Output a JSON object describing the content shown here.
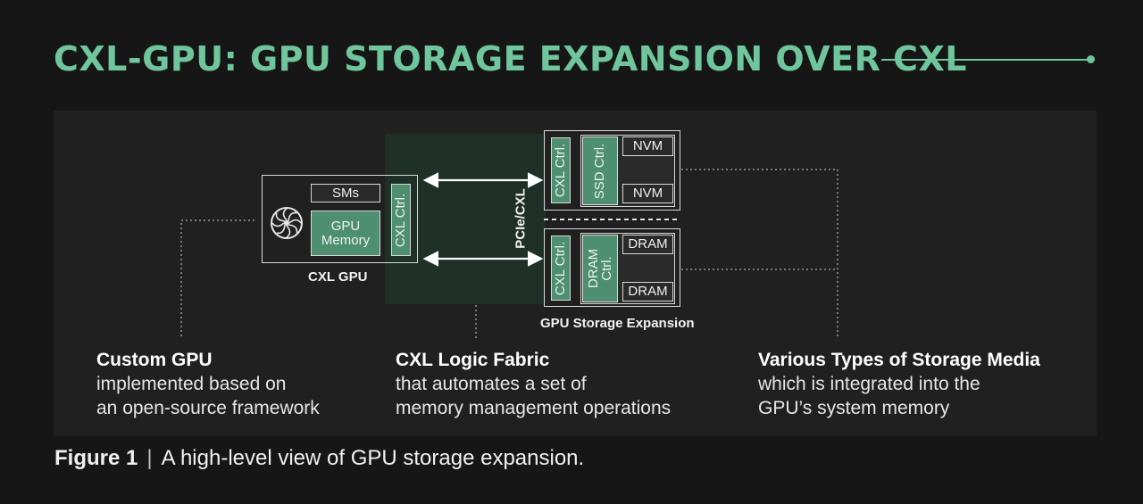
{
  "title": "CXL-GPU: GPU STORAGE EXPANSION OVER CXL",
  "diagram": {
    "gpu": {
      "sms": "SMs",
      "memory_line1": "GPU",
      "memory_line2": "Memory",
      "cxl_ctrl": "CXL Ctrl.",
      "label": "CXL GPU"
    },
    "link_label": "PCIe/CXL",
    "nvm_unit": {
      "cxl_ctrl": "CXL Ctrl.",
      "ssd_ctrl": "SSD Ctrl.",
      "nvm_top": "NVM",
      "nvm_bottom": "NVM"
    },
    "dram_unit": {
      "cxl_ctrl": "CXL Ctrl.",
      "dram_ctrl_line1": "DRAM",
      "dram_ctrl_line2": "Ctrl.",
      "dram_top": "DRAM",
      "dram_bottom": "DRAM"
    },
    "expansion_label": "GPU Storage Expansion"
  },
  "captions": {
    "gpu": {
      "head": "Custom GPU",
      "line1": "implemented based on",
      "line2": "an open-source framework"
    },
    "fabric": {
      "head": "CXL Logic Fabric",
      "line1": "that automates a set of",
      "line2": "memory management operations"
    },
    "storage": {
      "head": "Various Types of Storage Media",
      "line1": "which is integrated into the",
      "line2": "GPU’s system memory"
    }
  },
  "figure": {
    "label": "Figure 1",
    "separator": "|",
    "text": "A high-level view of GPU storage expansion."
  },
  "colors": {
    "accent": "#6fc59c",
    "fabric": "#1e3028",
    "controller": "#4e8f72"
  },
  "icons": [
    "fan-icon"
  ]
}
